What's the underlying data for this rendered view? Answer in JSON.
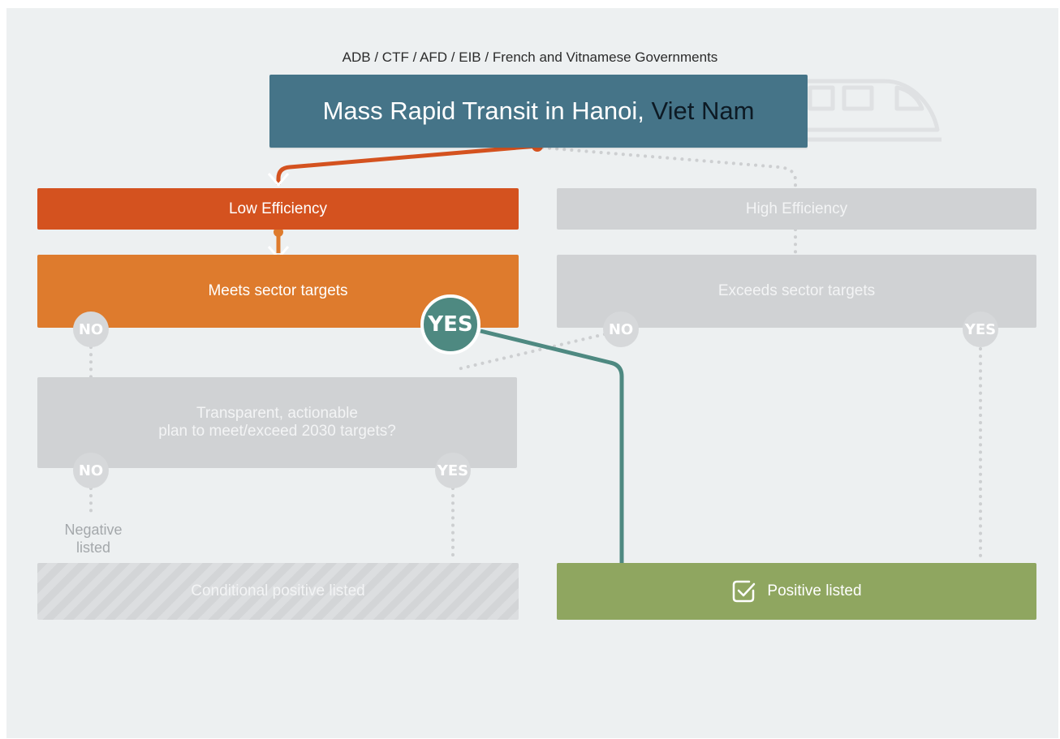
{
  "header": {
    "funders": "ADB / CTF / AFD / EIB / French and Vitnamese Governments",
    "title_main": "Mass Rapid Transit in Hanoi,",
    "title_country": "Viet Nam"
  },
  "flow": {
    "low_efficiency": "Low Efficiency",
    "high_efficiency": "High Efficiency",
    "meets_targets": "Meets sector targets",
    "exceeds_targets": "Exceeds sector targets",
    "plan_line1": "Transparent, actionable",
    "plan_line2": "plan to meet/exceed 2030 targets?",
    "conditional": "Conditional positive listed",
    "positive": "Positive listed",
    "negative_line1": "Negative",
    "negative_line2": "listed"
  },
  "answers": {
    "meets_no": "NO",
    "meets_yes": "YES",
    "exceeds_no": "NO",
    "exceeds_yes": "YES",
    "plan_no": "NO",
    "plan_yes": "YES"
  },
  "colors": {
    "title_bg": "#457488",
    "low_efficiency": "#d4521f",
    "meets_targets": "#de7b2d",
    "inactive": "#d0d2d4",
    "positive": "#8fa660",
    "yes_path": "#4e8981",
    "background": "#edf0f1"
  },
  "icons": {
    "train": "train-icon",
    "check": "checkbox-check-icon"
  }
}
